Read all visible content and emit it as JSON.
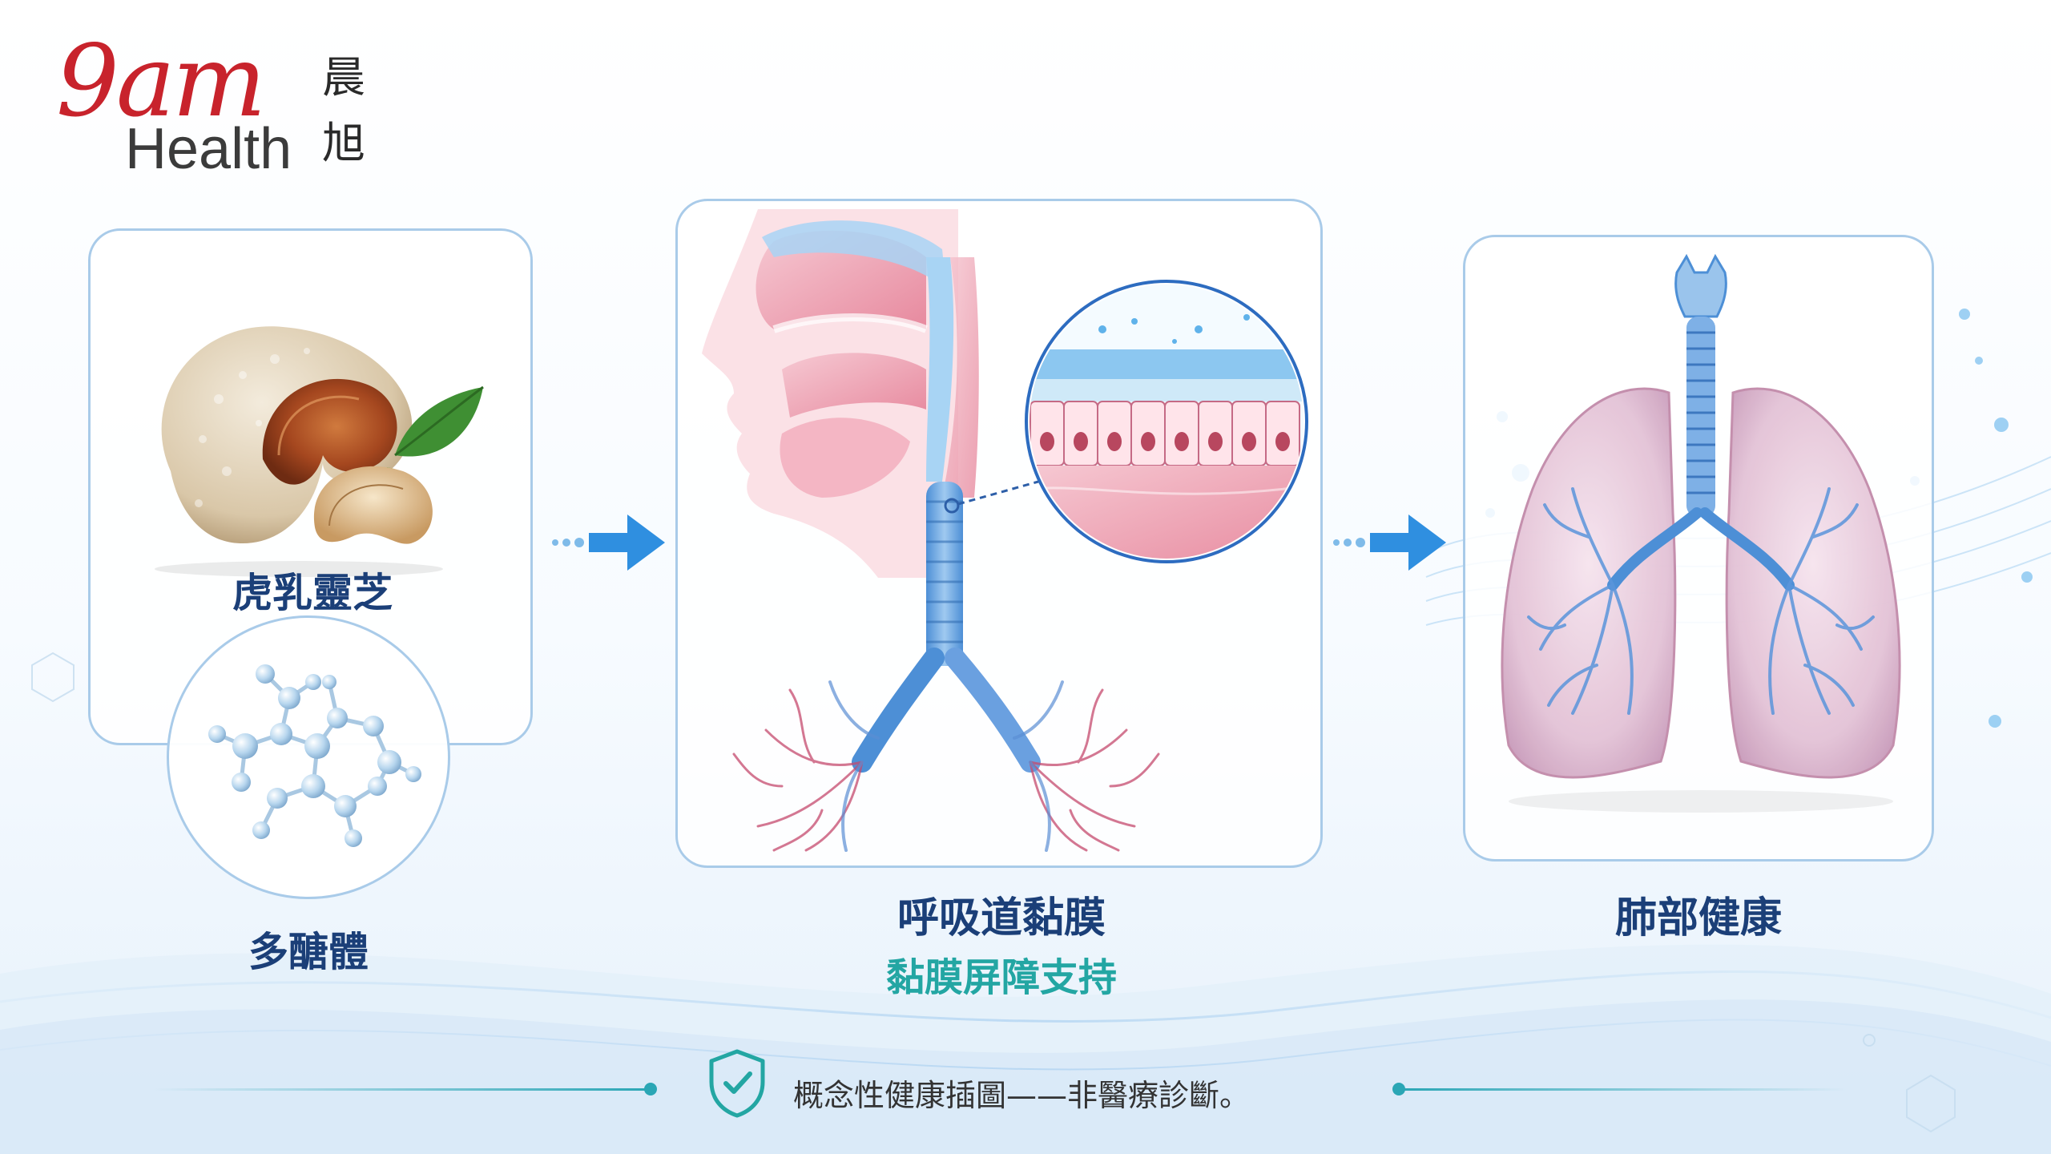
{
  "logo": {
    "brand": "9am",
    "sub": "Health",
    "chinese_top": "晨",
    "chinese_bottom": "旭"
  },
  "panels": {
    "mushroom_label": "虎乳靈芝",
    "polysaccharide_label": "多醣體",
    "mucosa_label": "呼吸道黏膜",
    "mucosa_sub_label": "黏膜屏障支持",
    "lung_label": "肺部健康"
  },
  "footer": {
    "icon": "shield-check-icon",
    "text": "概念性健康插圖——非醫療診斷。"
  },
  "colors": {
    "brand_red": "#c8232c",
    "title_blue": "#1b3f78",
    "accent_teal": "#23a6a3",
    "arrow_blue": "#2f8fe0",
    "panel_border": "#a9cbe9"
  }
}
